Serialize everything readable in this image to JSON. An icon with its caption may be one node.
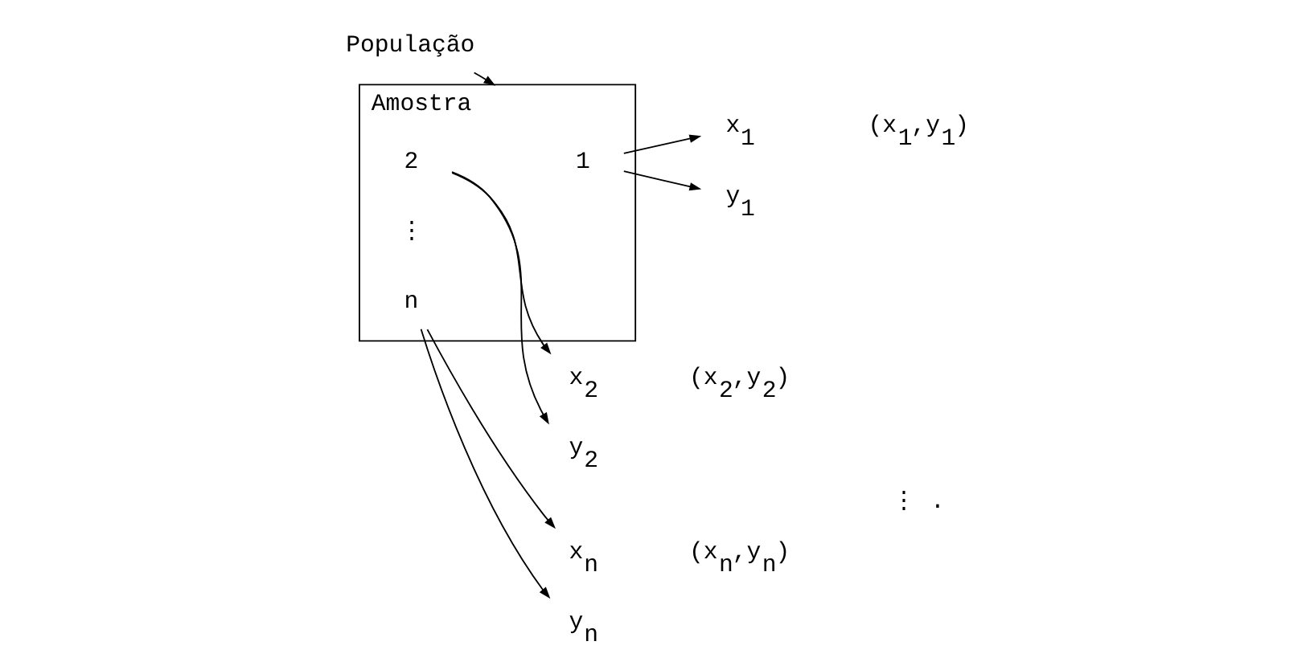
{
  "diagram": {
    "nodes": [
      {
        "text": [
          "População"
        ]
      },
      {
        "text": [
          "Amostra"
        ]
      },
      {
        "text": [
          "1"
        ],
        "in": 1
      },
      {
        "text": [
          "2"
        ],
        "in": 1
      },
      {
        "text": [
          "n"
        ],
        "in": 1
      },
      {
        "text": [
          "x$_{1}$"
        ]
      },
      {
        "text": [
          "y$_{1}$"
        ]
      },
      {
        "text": [
          "x$_{2}$"
        ]
      },
      {
        "text": [
          "y$_{2}$"
        ]
      },
      {
        "text": [
          "x$_{n}$"
        ]
      },
      {
        "text": [
          "y$_{n}$"
        ]
      }
    ],
    "edges": [
      {
        "from": 0,
        "to": 1,
        "arrow": "to"
      },
      {
        "from": 2,
        "to": 5,
        "arrow": "to"
      },
      {
        "from": 2,
        "to": 6,
        "arrow": "to"
      },
      {
        "from": 3,
        "to": 7,
        "arrow": "to"
      },
      {
        "from": 3,
        "to": 8,
        "arrow": "to"
      },
      {
        "from": 4,
        "to": 9,
        "arrow": "to"
      },
      {
        "from": 4,
        "to": 10,
        "arrow": "to"
      }
    ],
    "labels": [
      "(x$_{1}$,y$_{1}$)",
      "(x$_{2}$,y$_{2}$)",
      "⋮",
      "⋮ .",
      "(x$_{n}$,y$_{n}$)"
    ]
  }
}
